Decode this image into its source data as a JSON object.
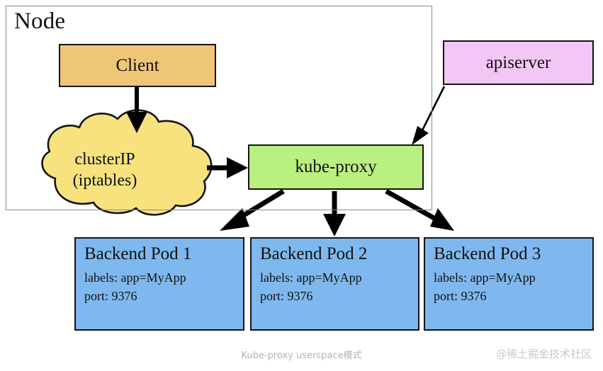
{
  "diagram": {
    "caption": "Kube-proxy userspace模式",
    "watermark": "@稀土掘金技术社区",
    "node": {
      "label": "Node"
    },
    "nodes": {
      "client": {
        "label": "Client",
        "color": "#EFC576"
      },
      "apiserver": {
        "label": "apiserver",
        "color": "#F2C6F5"
      },
      "kube_proxy": {
        "label": "kube-proxy",
        "color": "#B9F080"
      },
      "cluster_ip": {
        "line1": "clusterIP",
        "line2": "(iptables)",
        "color": "#F7E27E"
      }
    },
    "pods": [
      {
        "name": "Backend Pod 1",
        "labels": "labels: app=MyApp",
        "port": "port: 9376",
        "color": "#7FB8EE"
      },
      {
        "name": "Backend Pod 2",
        "labels": "labels: app=MyApp",
        "port": "port: 9376",
        "color": "#7FB8EE"
      },
      {
        "name": "Backend Pod 3",
        "labels": "labels: app=MyApp",
        "port": "port: 9376",
        "color": "#7FB8EE"
      }
    ],
    "edges": [
      {
        "from": "client",
        "to": "cluster_ip"
      },
      {
        "from": "cluster_ip",
        "to": "kube_proxy"
      },
      {
        "from": "apiserver",
        "to": "kube_proxy"
      },
      {
        "from": "kube_proxy",
        "to": "pod_1"
      },
      {
        "from": "kube_proxy",
        "to": "pod_2"
      },
      {
        "from": "kube_proxy",
        "to": "pod_3"
      }
    ]
  }
}
